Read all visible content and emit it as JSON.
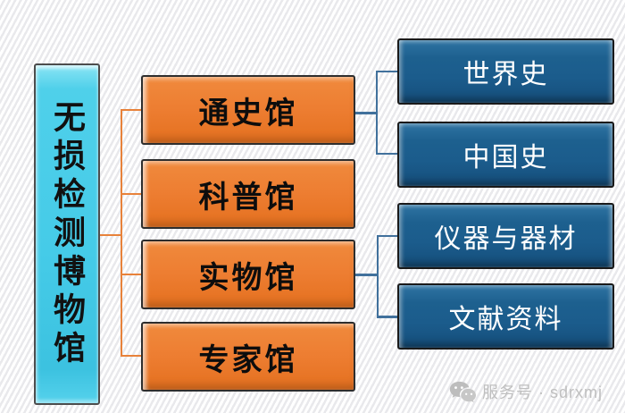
{
  "diagram": {
    "root": {
      "label": "无损检测博物馆"
    },
    "level2": [
      {
        "label": "通史馆"
      },
      {
        "label": "科普馆"
      },
      {
        "label": "实物馆"
      },
      {
        "label": "专家馆"
      }
    ],
    "level3": [
      {
        "label": "世界史"
      },
      {
        "label": "中国史"
      },
      {
        "label": "仪器与器材"
      },
      {
        "label": "文献资料"
      }
    ],
    "colors": {
      "root_fill": "#45cbe8",
      "branch_fill": "#ed7d31",
      "leaf_fill": "#1b5c8c",
      "branch_connector": "#e8823a",
      "leaf_connector": "#41719c",
      "background_stripe": "#e9e9ec"
    }
  },
  "watermark": {
    "icon": "wechat-icon",
    "label": "服务号 · sdrxmj"
  }
}
